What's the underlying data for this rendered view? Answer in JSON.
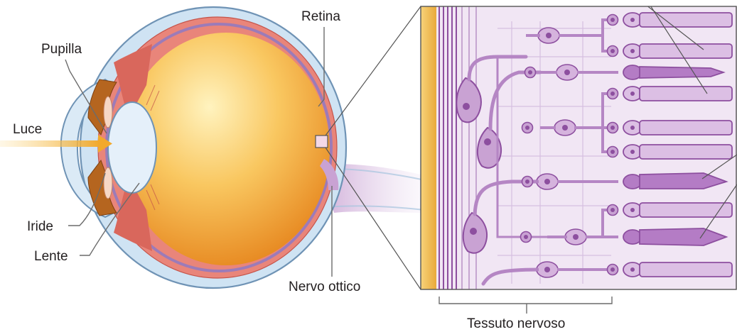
{
  "labels": {
    "retina": "Retina",
    "pupilla": "Pupilla",
    "luce": "Luce",
    "iride": "Iride",
    "lente": "Lente",
    "nervo_ottico": "Nervo ottico",
    "tessuto_nervoso": "Tessuto nervoso"
  },
  "colors": {
    "sclera": "#cfe3f3",
    "sclera_edge": "#6f93b5",
    "choroid": "#e9857a",
    "retina_line": "#9c7bb8",
    "vitreous_light": "#fff1b8",
    "vitreous_dark": "#e88a1a",
    "lens": "#e5f0fa",
    "light_arrow": "#f2b535",
    "cell_fill": "#c9a2d3",
    "cell_dark": "#8d4f9f",
    "tissue_bg": "#efe3f3",
    "pigment": "#f0b84a",
    "leader": "#6c6c6c"
  }
}
